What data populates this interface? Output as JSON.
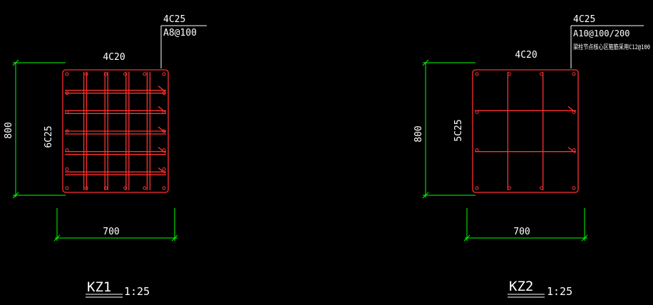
{
  "colors": {
    "background": "#000000",
    "dimension": "#00ff00",
    "rebar": "#ff3030",
    "text": "#ffffff",
    "leader": "#ffffff"
  },
  "columns": [
    {
      "id": "kz1",
      "name": "KZ1",
      "scale": "1:25",
      "top_bars": "4C20",
      "side_bars": "6C25",
      "annot_line1": "4C25",
      "annot_line2": "A8@100",
      "annot_line3": "",
      "height_dim": "800",
      "width_dim": "700",
      "v_ties": 4,
      "h_ties": 5
    },
    {
      "id": "kz2",
      "name": "KZ2",
      "scale": "1:25",
      "top_bars": "4C20",
      "side_bars": "5C25",
      "annot_line1": "4C25",
      "annot_line2": "A10@100/200",
      "annot_line3": "梁柱节点核心区箍筋采用C12@100",
      "height_dim": "800",
      "width_dim": "700",
      "v_ties": 2,
      "h_ties": 2
    }
  ]
}
